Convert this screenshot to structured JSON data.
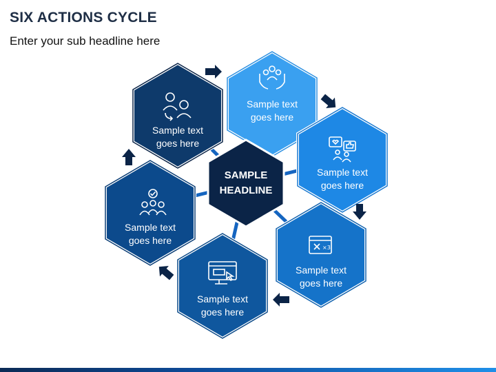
{
  "header": {
    "title": "SIX ACTIONS CYCLE",
    "subtitle": "Enter your sub headline here"
  },
  "center": {
    "line1": "SAMPLE",
    "line2": "HEADLINE"
  },
  "steps": [
    {
      "line1": "Sample text",
      "line2": "goes here",
      "icon": "business-people-swap-icon",
      "color": "#0e3a6b"
    },
    {
      "line1": "Sample text",
      "line2": "goes here",
      "icon": "team-in-hands-icon",
      "color": "#3aa0f0"
    },
    {
      "line1": "Sample text",
      "line2": "goes here",
      "icon": "social-feedback-icon",
      "color": "#1e88e5"
    },
    {
      "line1": "Sample text",
      "line2": "goes here",
      "icon": "calendar-deadline-icon",
      "color": "#1573c9"
    },
    {
      "line1": "Sample text",
      "line2": "goes here",
      "icon": "web-click-icon",
      "color": "#0f579e"
    },
    {
      "line1": "Sample text",
      "line2": "goes here",
      "icon": "approved-team-icon",
      "color": "#0c4a8c"
    }
  ],
  "colors": {
    "center": "#0b2447",
    "connector": "#1565c0",
    "arrow": "#0b2447"
  }
}
